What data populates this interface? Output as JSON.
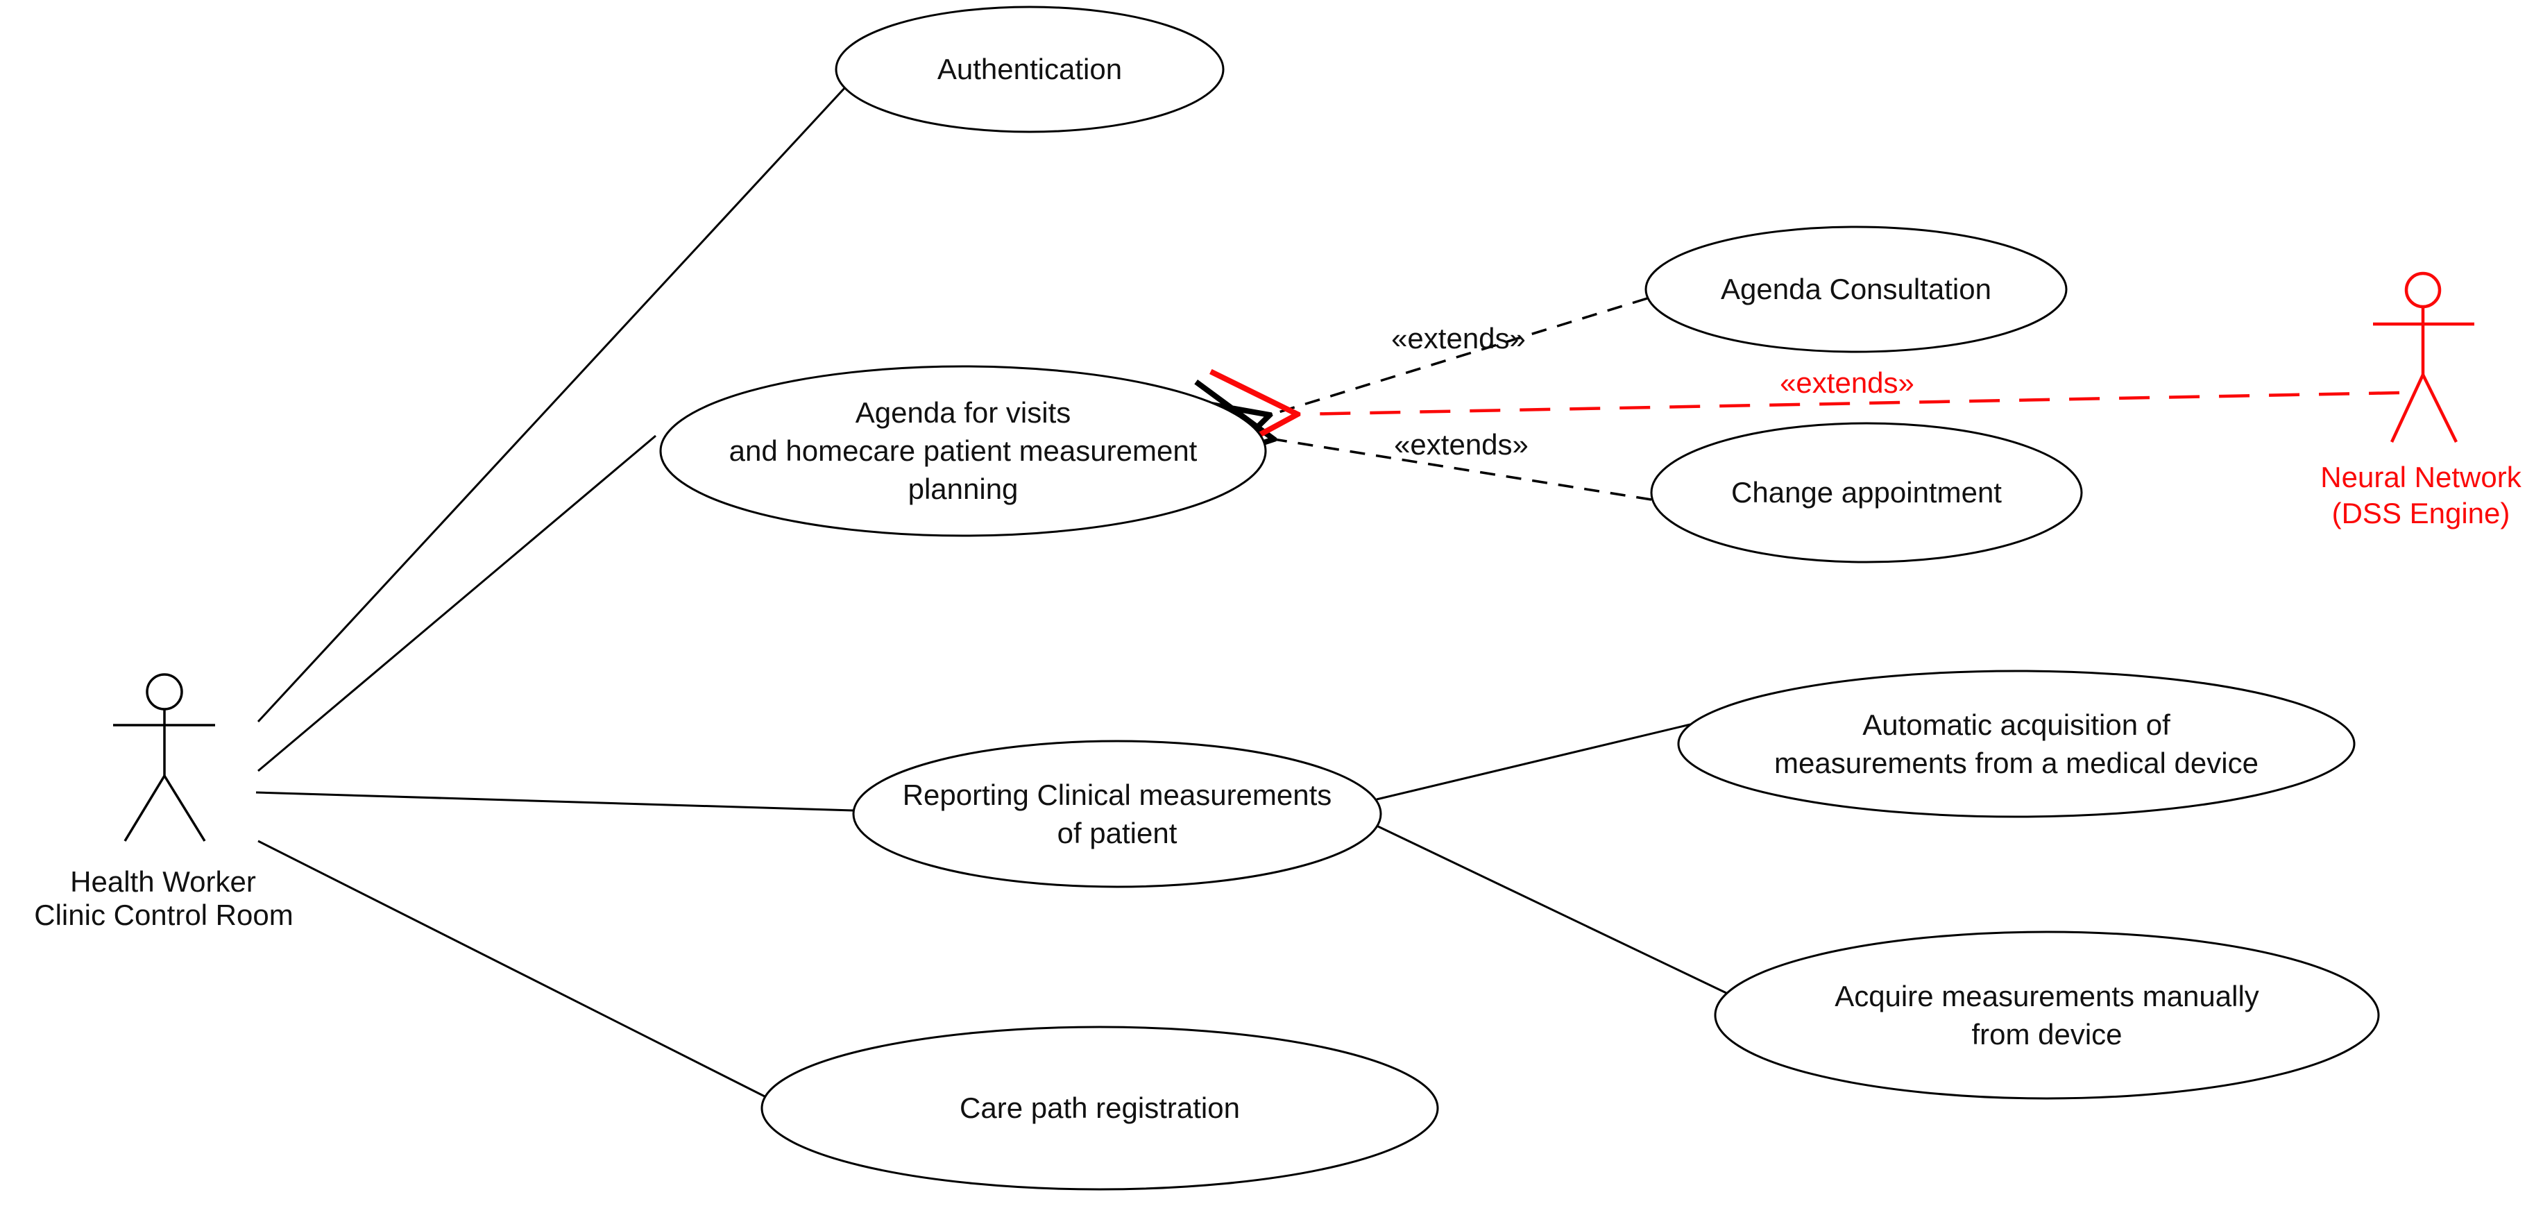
{
  "diagram": {
    "background": "#ffffff",
    "colors": {
      "line": "#000000",
      "text": "#111111",
      "accent_red": "#fb0909"
    },
    "actors": {
      "health_worker": {
        "line1": "Health Worker",
        "line2": "Clinic Control Room"
      },
      "neural_network": {
        "line1": "Neural Network",
        "line2": "(DSS Engine)"
      }
    },
    "use_cases": {
      "authentication": {
        "line1": "Authentication"
      },
      "agenda": {
        "line1": "Agenda for visits",
        "line2": "and homecare patient measurement",
        "line3": "planning"
      },
      "agenda_consultation": {
        "line1": "Agenda Consultation"
      },
      "change_appointment": {
        "line1": "Change appointment"
      },
      "reporting": {
        "line1": "Reporting Clinical measurements",
        "line2": "of patient"
      },
      "automatic_acquisition": {
        "line1": "Automatic acquisition of",
        "line2": "measurements from a medical device"
      },
      "manual_acquisition": {
        "line1": "Acquire measurements manually",
        "line2": "from device"
      },
      "care_path": {
        "line1": "Care path registration"
      }
    },
    "stereotypes": {
      "extends_consultation": "«extends»",
      "extends_change": "«extends»",
      "extends_neural": "«extends»"
    }
  }
}
